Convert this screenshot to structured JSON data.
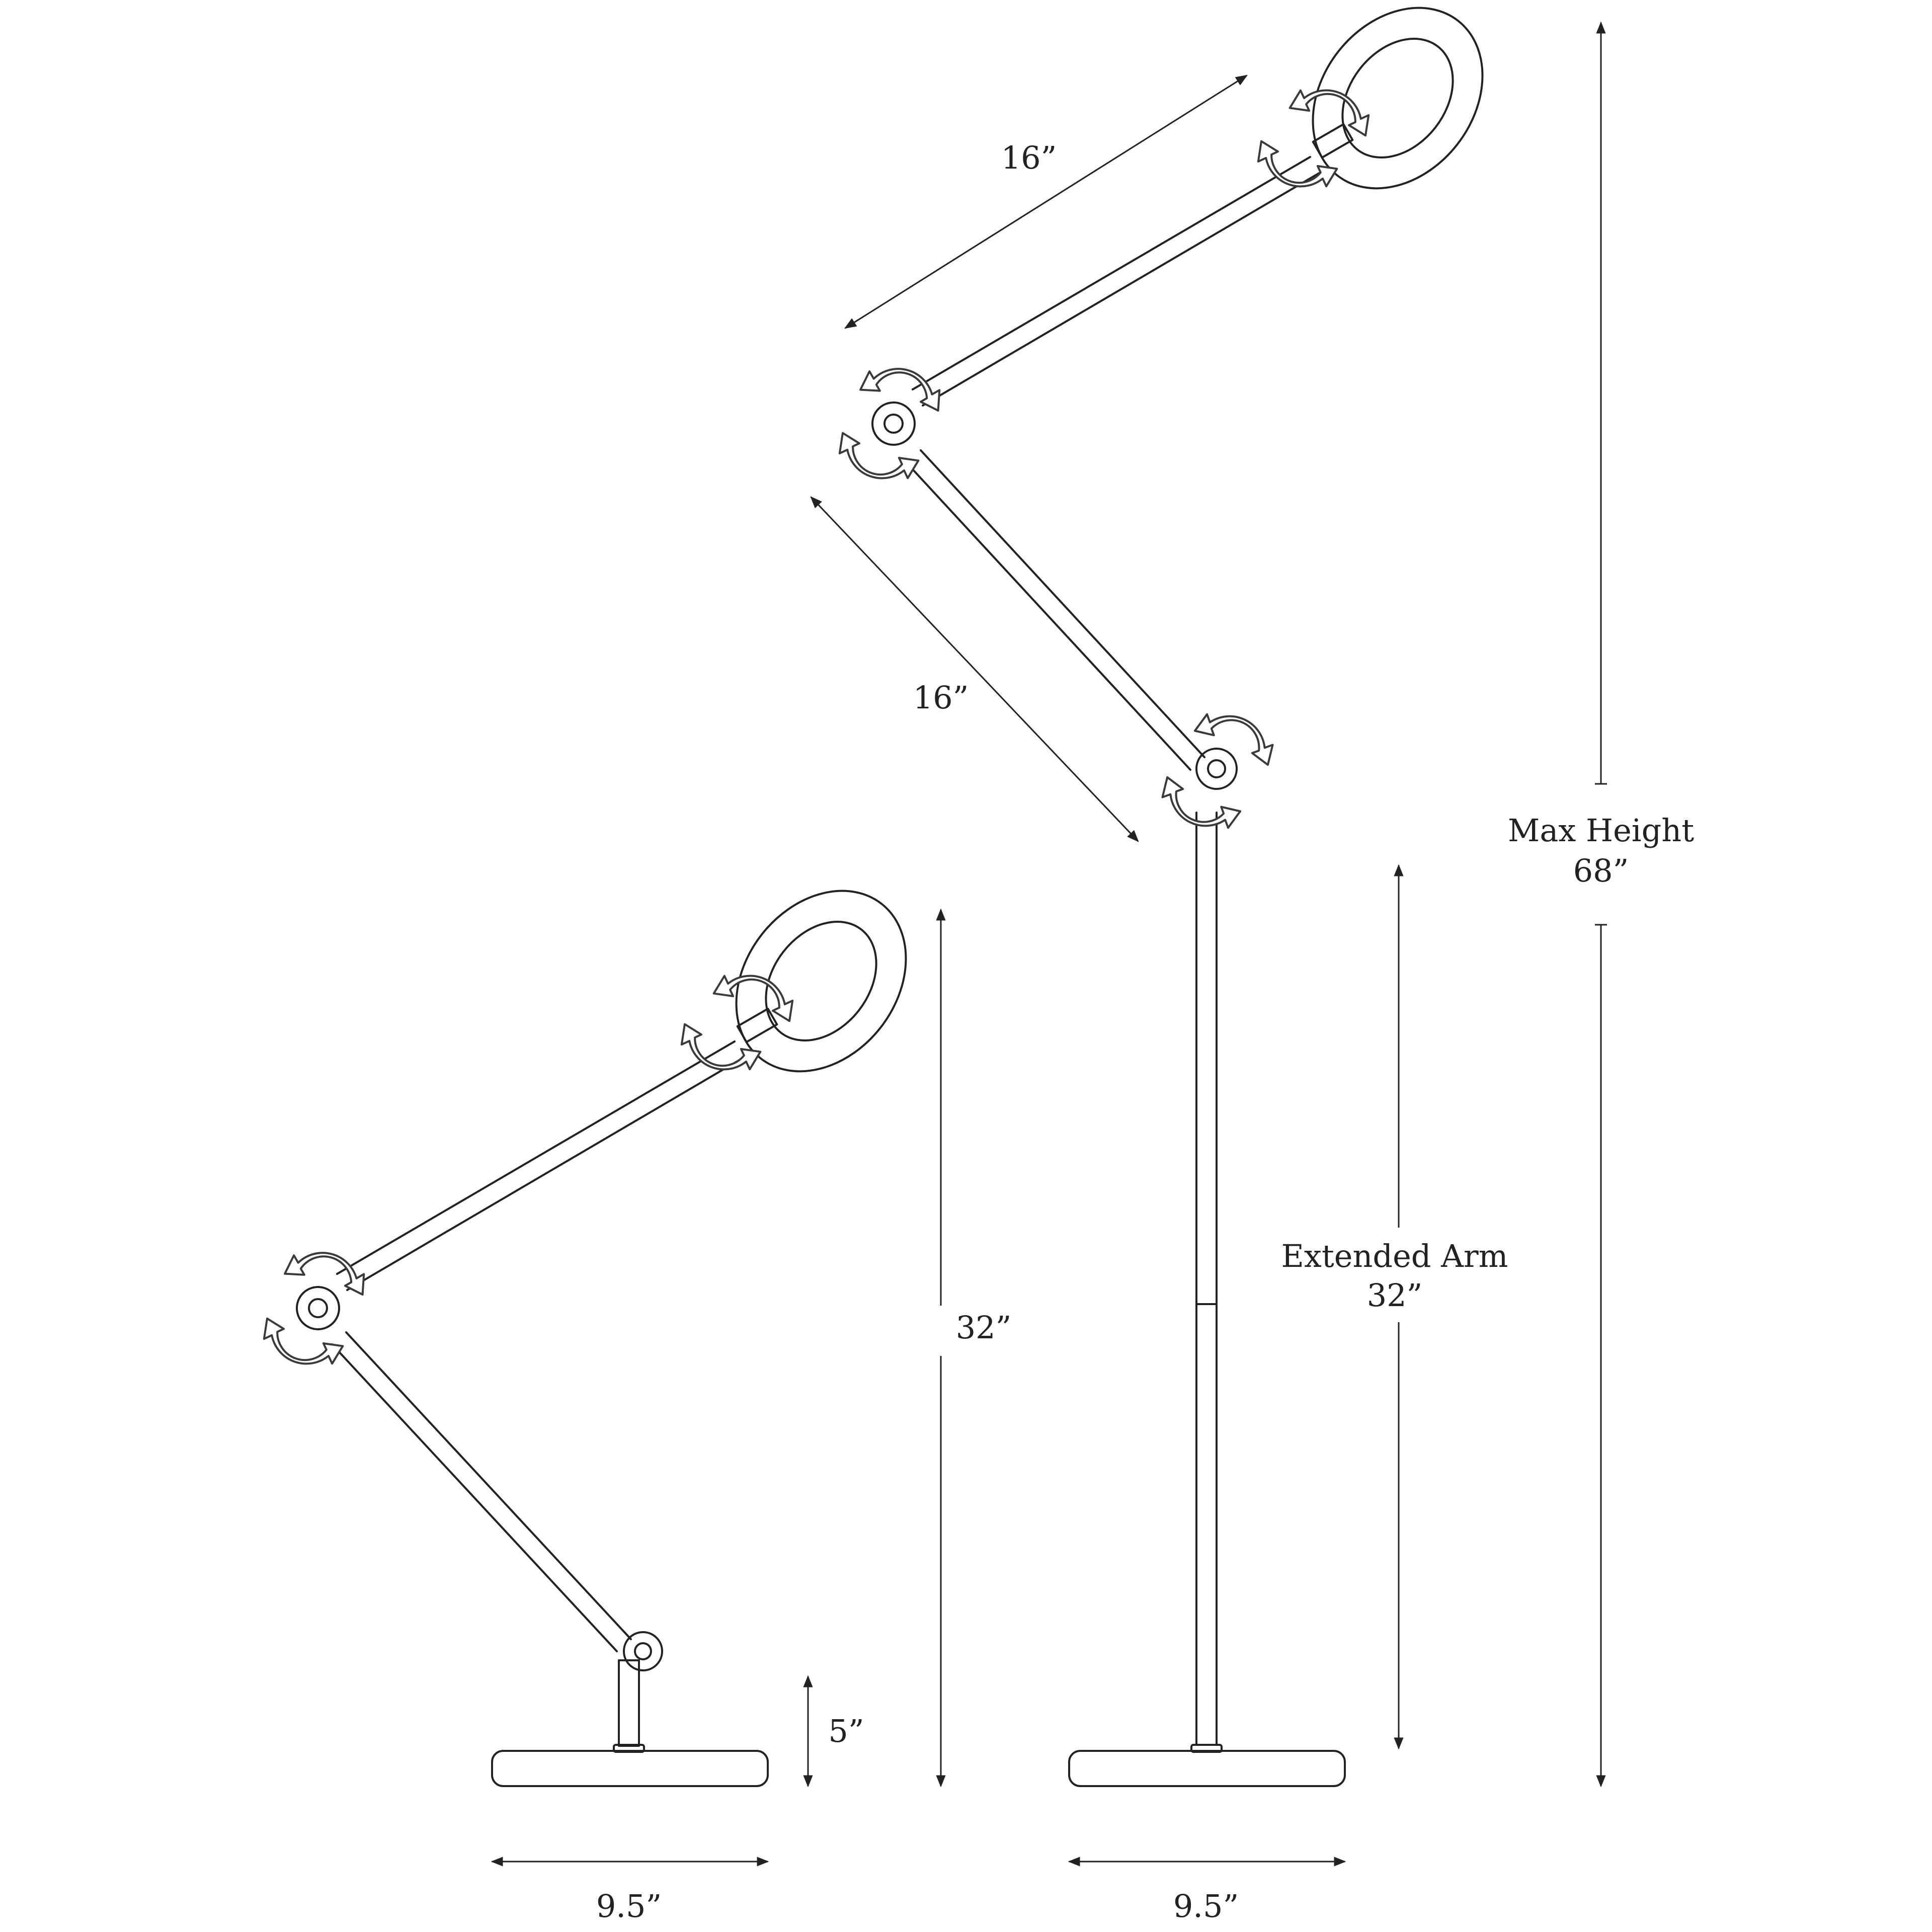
{
  "labels": {
    "left_arm_segment": "16”",
    "right_upper_arm": "16”",
    "desk_height": "32”",
    "base_stem": "5”",
    "left_base_width": "9.5”",
    "right_base_width": "9.5”",
    "extended_arm_title": "Extended Arm",
    "extended_arm_value": "32”",
    "max_height_title": "Max Height",
    "max_height_value": "68”"
  },
  "colors": {
    "line": "#222222",
    "background": "#ffffff",
    "rotation_arrow_outline": "#3a3a3a"
  },
  "icons": [
    "rotation-arrow-icon"
  ]
}
